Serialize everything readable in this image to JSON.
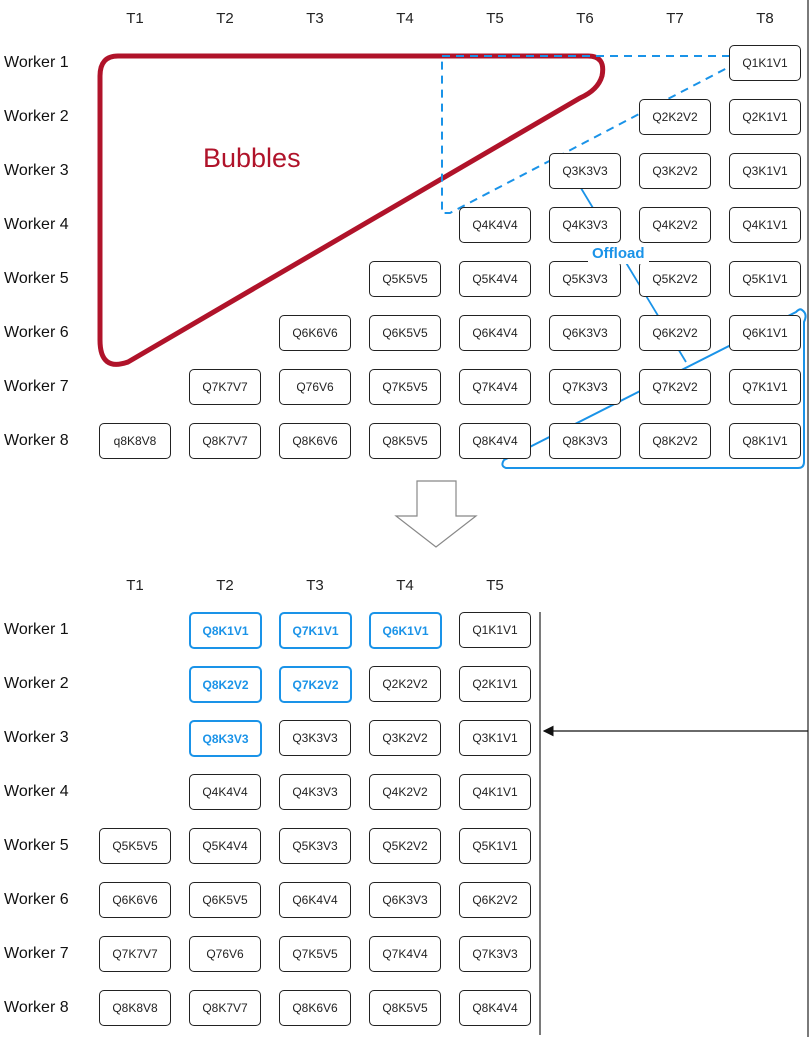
{
  "colors": {
    "bubble": "#b0132a",
    "offload": "#1a93e8",
    "cell_border": "#222222"
  },
  "top": {
    "columns": [
      "T1",
      "T2",
      "T3",
      "T4",
      "T5",
      "T6",
      "T7",
      "T8"
    ],
    "rows": [
      "Worker 1",
      "Worker 2",
      "Worker 3",
      "Worker 4",
      "Worker 5",
      "Worker 6",
      "Worker 7",
      "Worker 8"
    ],
    "cells": [
      [
        "",
        "",
        "",
        "",
        "",
        "",
        "",
        "Q1K1V1"
      ],
      [
        "",
        "",
        "",
        "",
        "",
        "",
        "Q2K2V2",
        "Q2K1V1"
      ],
      [
        "",
        "",
        "",
        "",
        "",
        "Q3K3V3",
        "Q3K2V2",
        "Q3K1V1"
      ],
      [
        "",
        "",
        "",
        "",
        "Q4K4V4",
        "Q4K3V3",
        "Q4K2V2",
        "Q4K1V1"
      ],
      [
        "",
        "",
        "",
        "Q5K5V5",
        "Q5K4V4",
        "Q5K3V3",
        "Q5K2V2",
        "Q5K1V1"
      ],
      [
        "",
        "",
        "Q6K6V6",
        "Q6K5V5",
        "Q6K4V4",
        "Q6K3V3",
        "Q6K2V2",
        "Q6K1V1"
      ],
      [
        "",
        "Q7K7V7",
        "Q76V6",
        "Q7K5V5",
        "Q7K4V4",
        "Q7K3V3",
        "Q7K2V2",
        "Q7K1V1"
      ],
      [
        "q8K8V8",
        "Q8K7V7",
        "Q8K6V6",
        "Q8K5V5",
        "Q8K4V4",
        "Q8K3V3",
        "Q8K2V2",
        "Q8K1V1"
      ]
    ],
    "bubbles_label": "Bubbles",
    "offload_label": "Offload"
  },
  "bottom": {
    "columns": [
      "T1",
      "T2",
      "T3",
      "T4",
      "T5"
    ],
    "rows": [
      "Worker 1",
      "Worker 2",
      "Worker 3",
      "Worker 4",
      "Worker 5",
      "Worker 6",
      "Worker 7",
      "Worker 8"
    ],
    "cells": [
      [
        "",
        "Q8K1V1",
        "Q7K1V1",
        "Q6K1V1",
        "Q1K1V1"
      ],
      [
        "",
        "Q8K2V2",
        "Q7K2V2",
        "Q2K2V2",
        "Q2K1V1"
      ],
      [
        "",
        "Q8K3V3",
        "Q3K3V3",
        "Q3K2V2",
        "Q3K1V1"
      ],
      [
        "",
        "Q4K4V4",
        "Q4K3V3",
        "Q4K2V2",
        "Q4K1V1"
      ],
      [
        "Q5K5V5",
        "Q5K4V4",
        "Q5K3V3",
        "Q5K2V2",
        "Q5K1V1"
      ],
      [
        "Q6K6V6",
        "Q6K5V5",
        "Q6K4V4",
        "Q6K3V3",
        "Q6K2V2"
      ],
      [
        "Q7K7V7",
        "Q76V6",
        "Q7K5V5",
        "Q7K4V4",
        "Q7K3V3"
      ],
      [
        "Q8K8V8",
        "Q8K7V7",
        "Q8K6V6",
        "Q8K5V5",
        "Q8K4V4"
      ]
    ],
    "highlighted": [
      [
        "",
        "Q8K1V1",
        "Q7K1V1",
        "Q6K1V1",
        ""
      ],
      [
        "",
        "Q8K2V2",
        "Q7K2V2",
        "",
        ""
      ],
      [
        "",
        "Q8K3V3",
        "",
        "",
        ""
      ]
    ]
  }
}
